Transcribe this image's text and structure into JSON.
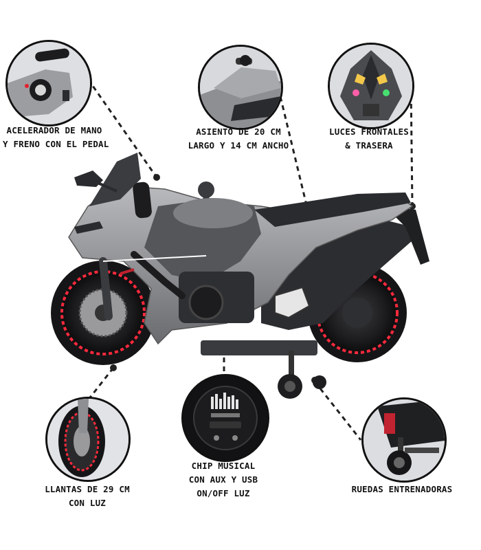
{
  "callouts": {
    "throttle": {
      "lines": [
        "ACELERADOR DE MANO",
        "Y FRENO CON EL PEDAL"
      ]
    },
    "seat": {
      "lines": [
        "ASIENTO DE 20 CM",
        "LARGO Y 14 CM ANCHO"
      ]
    },
    "lights": {
      "lines": [
        "LUCES FRONTALES",
        "& TRASERA"
      ]
    },
    "wheels": {
      "lines": [
        "LLANTAS DE 29 CM",
        "CON LUZ"
      ]
    },
    "music": {
      "lines": [
        "CHIP MUSICAL",
        "CON AUX Y USB",
        "ON/OFF LUZ"
      ]
    },
    "trainers": {
      "lines": [
        "RUEDAS ENTRENADORAS"
      ]
    }
  },
  "colors": {
    "body": "#8e8f92",
    "dark": "#2c2d30",
    "led": "#ff2a3d",
    "outline": "#111111"
  }
}
